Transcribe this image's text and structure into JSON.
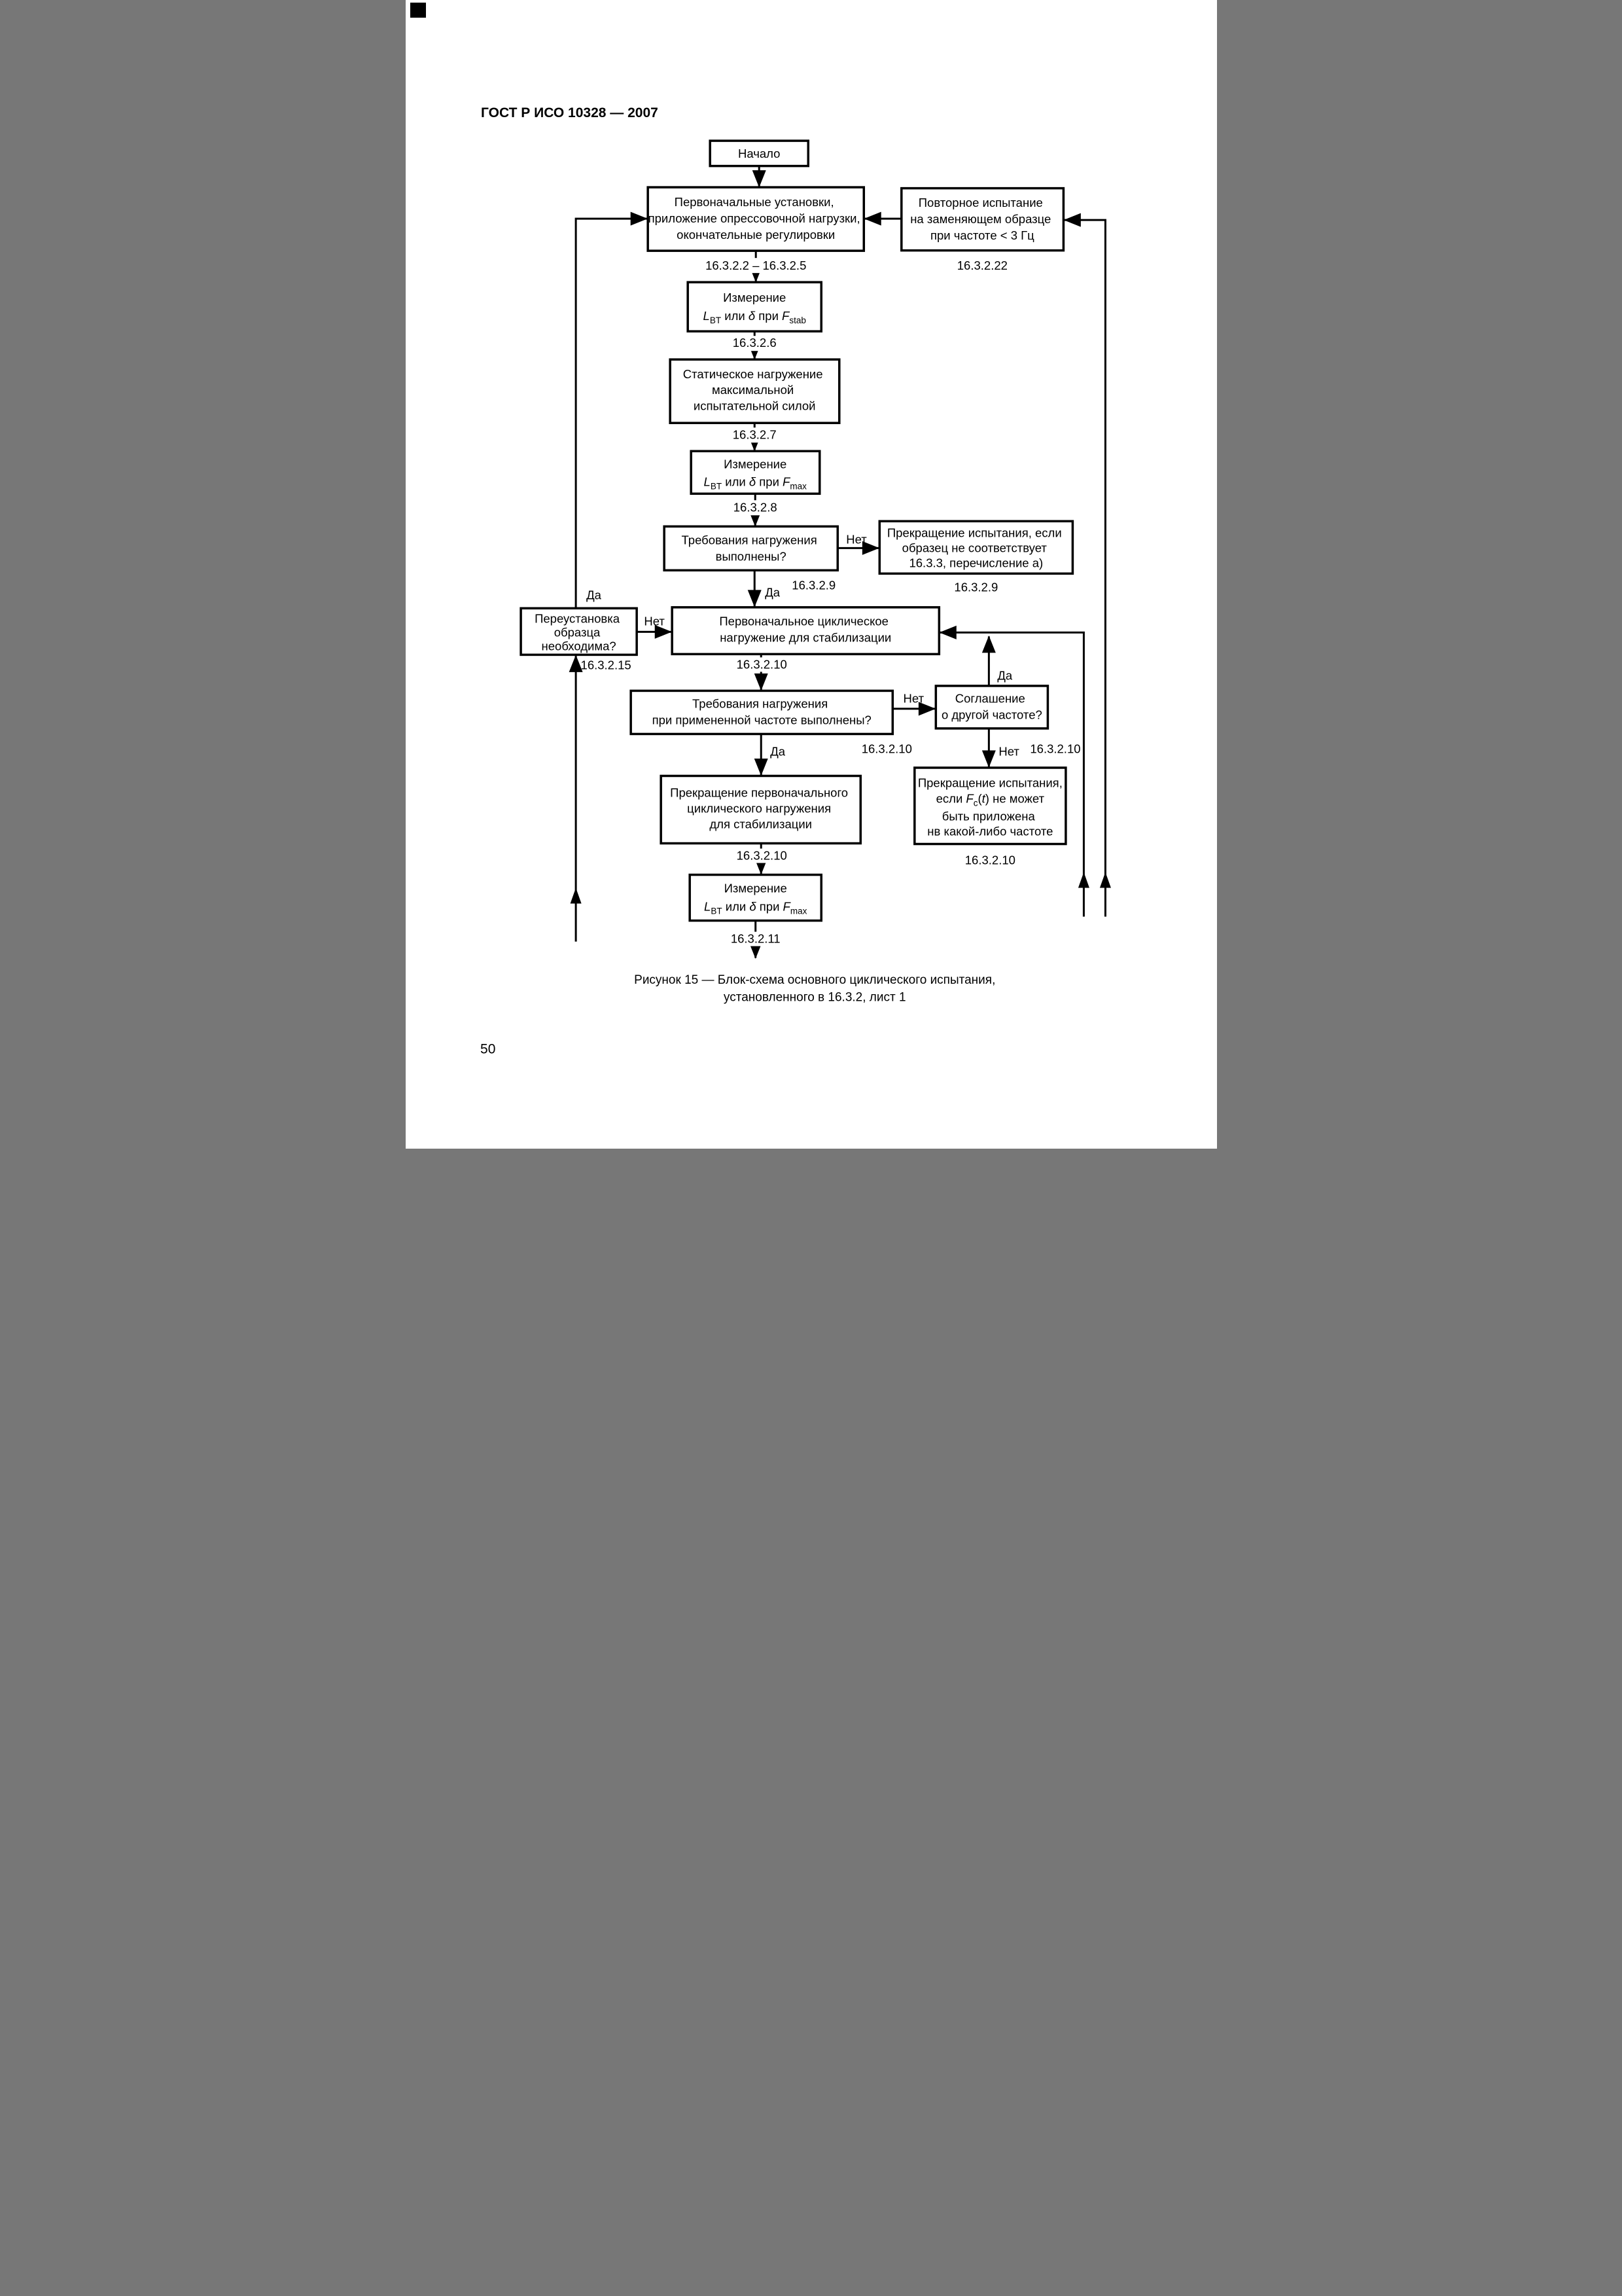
{
  "page": {
    "header": "ГОСТ Р ИСО 10328 — 2007",
    "page_number": "50",
    "caption": {
      "line1": "Рисунок 15 — Блок-схема основного циклического испытания,",
      "line2": "установленного в 16.3.2, лист 1"
    }
  },
  "edge_labels": {
    "yes": "Да",
    "no": "Нет"
  },
  "formula": {
    "L": "L",
    "sub_bt": "BT",
    "or": " или ",
    "delta": "δ",
    "at": " при ",
    "F": "F",
    "sub_stab": "stab",
    "sub_max": "max",
    "esli": "если ",
    "sub_c": "c",
    "lpar": "(",
    "t": "t",
    "tail": ") не может"
  },
  "nodes": {
    "start": {
      "label": "Начало"
    },
    "init": {
      "line1": "Первоначальные установки,",
      "line2": "приложение опрессовочной нагрузки,",
      "line3": "окончательные регулировки",
      "ref": "16.3.2.2 – 16.3.2.5"
    },
    "retest": {
      "line1": "Повторное испытание",
      "line2": "на заменяющем образце",
      "line3": "при частоте < 3 Гц",
      "ref": "16.3.2.22"
    },
    "measure_stab": {
      "line1": "Измерение",
      "ref": "16.3.2.6"
    },
    "static_load": {
      "line1": "Статическое нагружение",
      "line2": "максимальной",
      "line3": "испытательной силой",
      "ref": "16.3.2.7"
    },
    "measure_max": {
      "line1": "Измерение",
      "ref": "16.3.2.8"
    },
    "check_load": {
      "line1": "Требования нагружения",
      "line2": "выполнены?",
      "ref": "16.3.2.9"
    },
    "stop_fail": {
      "line1": "Прекращение испытания, если",
      "line2": "образец не соответствует",
      "line3": "16.3.3, перечисление а)",
      "ref": "16.3.2.9"
    },
    "reinstall": {
      "line1": "Переустановка",
      "line2": "образца",
      "line3": "необходима?",
      "ref": "16.3.2.15"
    },
    "init_cyclic": {
      "line1": "Первоначальное циклическое",
      "line2": "нагружение для стабилизации",
      "ref": "16.3.2.10"
    },
    "check_freq": {
      "line1": "Требования нагружения",
      "line2": "при примененной частоте выполнены?",
      "ref": "16.3.2.10"
    },
    "agree_freq": {
      "line1": "Соглашение",
      "line2": "о другой частоте?",
      "ref": "16.3.2.10"
    },
    "stop_cyclic": {
      "line1": "Прекращение первоначального",
      "line2": "циклического нагружения",
      "line3": "для стабилизации",
      "ref": "16.3.2.10"
    },
    "stop_freq": {
      "line1": "Прекращение испытания,",
      "line3": "быть приложена",
      "line4": "нв какой-либо частоте",
      "ref": "16.3.2.10"
    },
    "measure_final": {
      "line1": "Измерение",
      "ref": "16.3.2.11"
    }
  }
}
